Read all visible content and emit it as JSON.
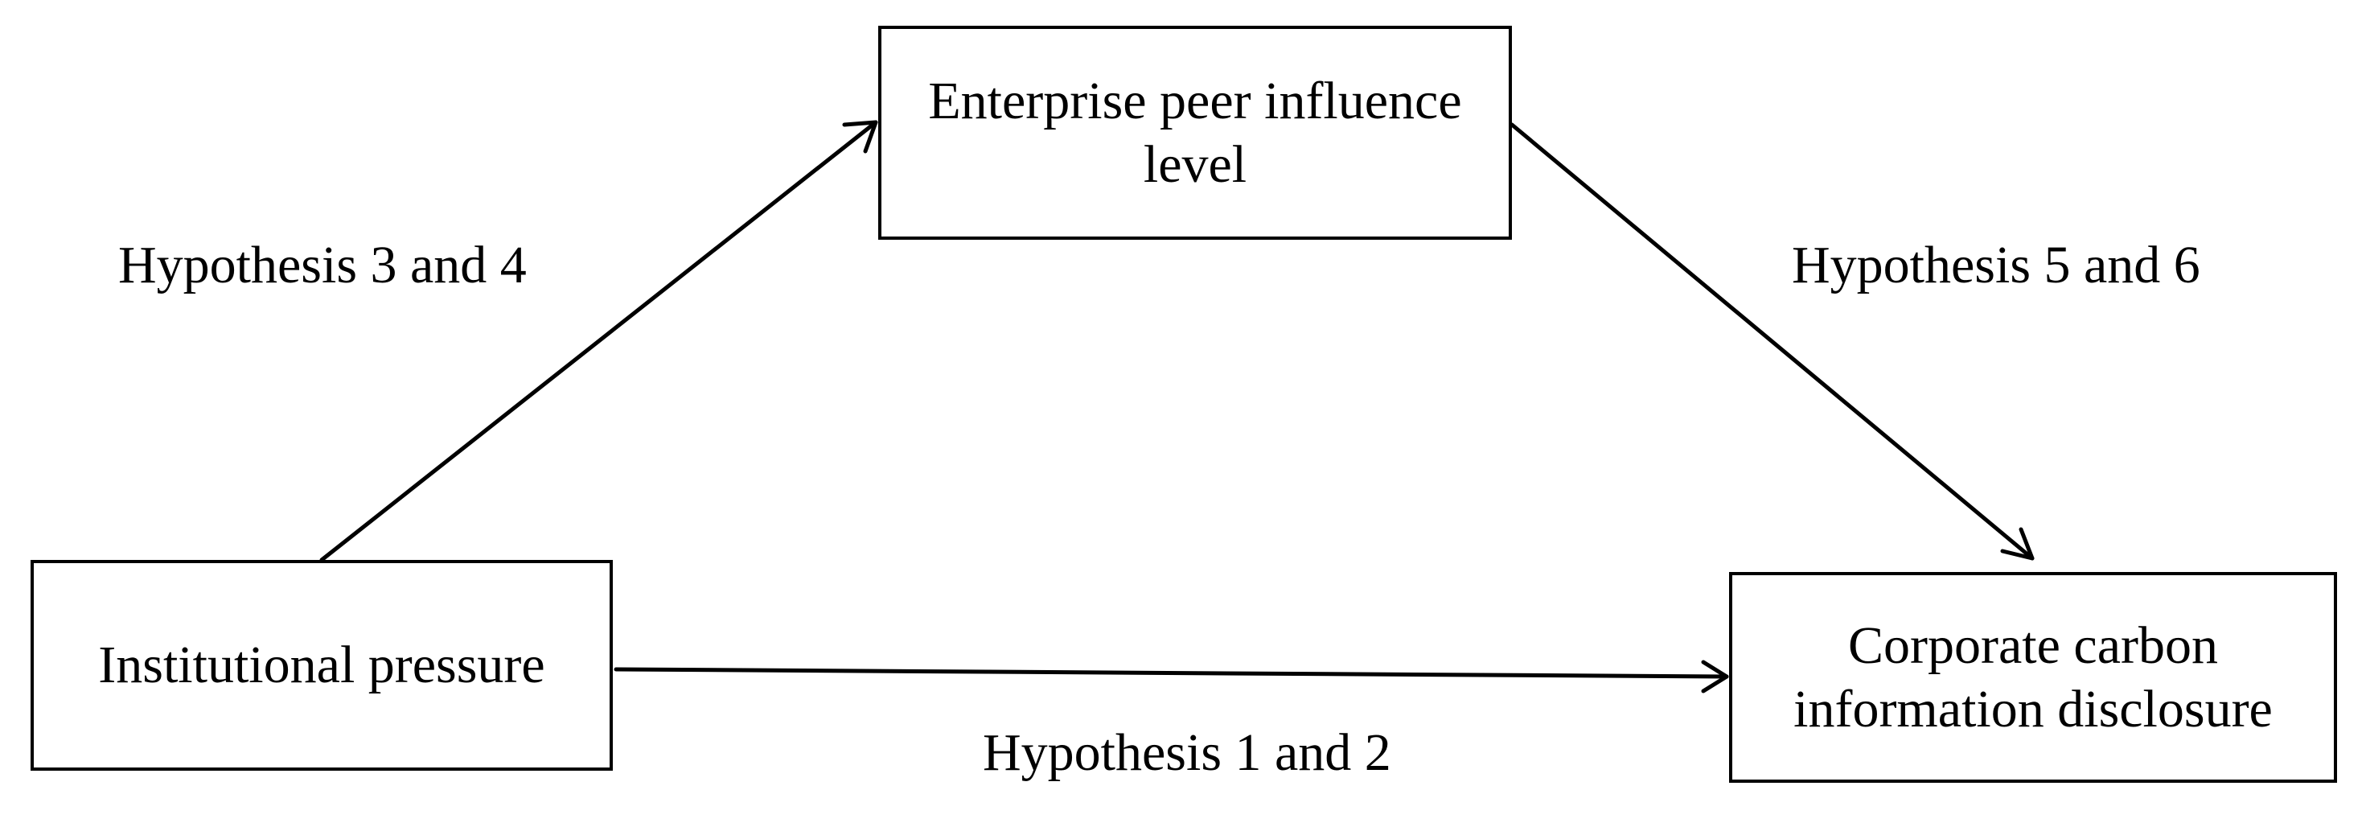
{
  "diagram": {
    "nodes": {
      "mediator": {
        "lines": [
          "Enterprise peer influence",
          "level"
        ]
      },
      "independent": {
        "lines": [
          "Institutional pressure"
        ]
      },
      "dependent": {
        "lines": [
          "Corporate carbon",
          "information disclosure"
        ]
      }
    },
    "edges": [
      {
        "from": "independent",
        "to": "mediator",
        "label": "Hypothesis 3 and 4"
      },
      {
        "from": "mediator",
        "to": "dependent",
        "label": "Hypothesis 5 and 6"
      },
      {
        "from": "independent",
        "to": "dependent",
        "label": "Hypothesis 1 and 2"
      }
    ],
    "colors": {
      "stroke": "#000000",
      "background": "#ffffff"
    }
  }
}
